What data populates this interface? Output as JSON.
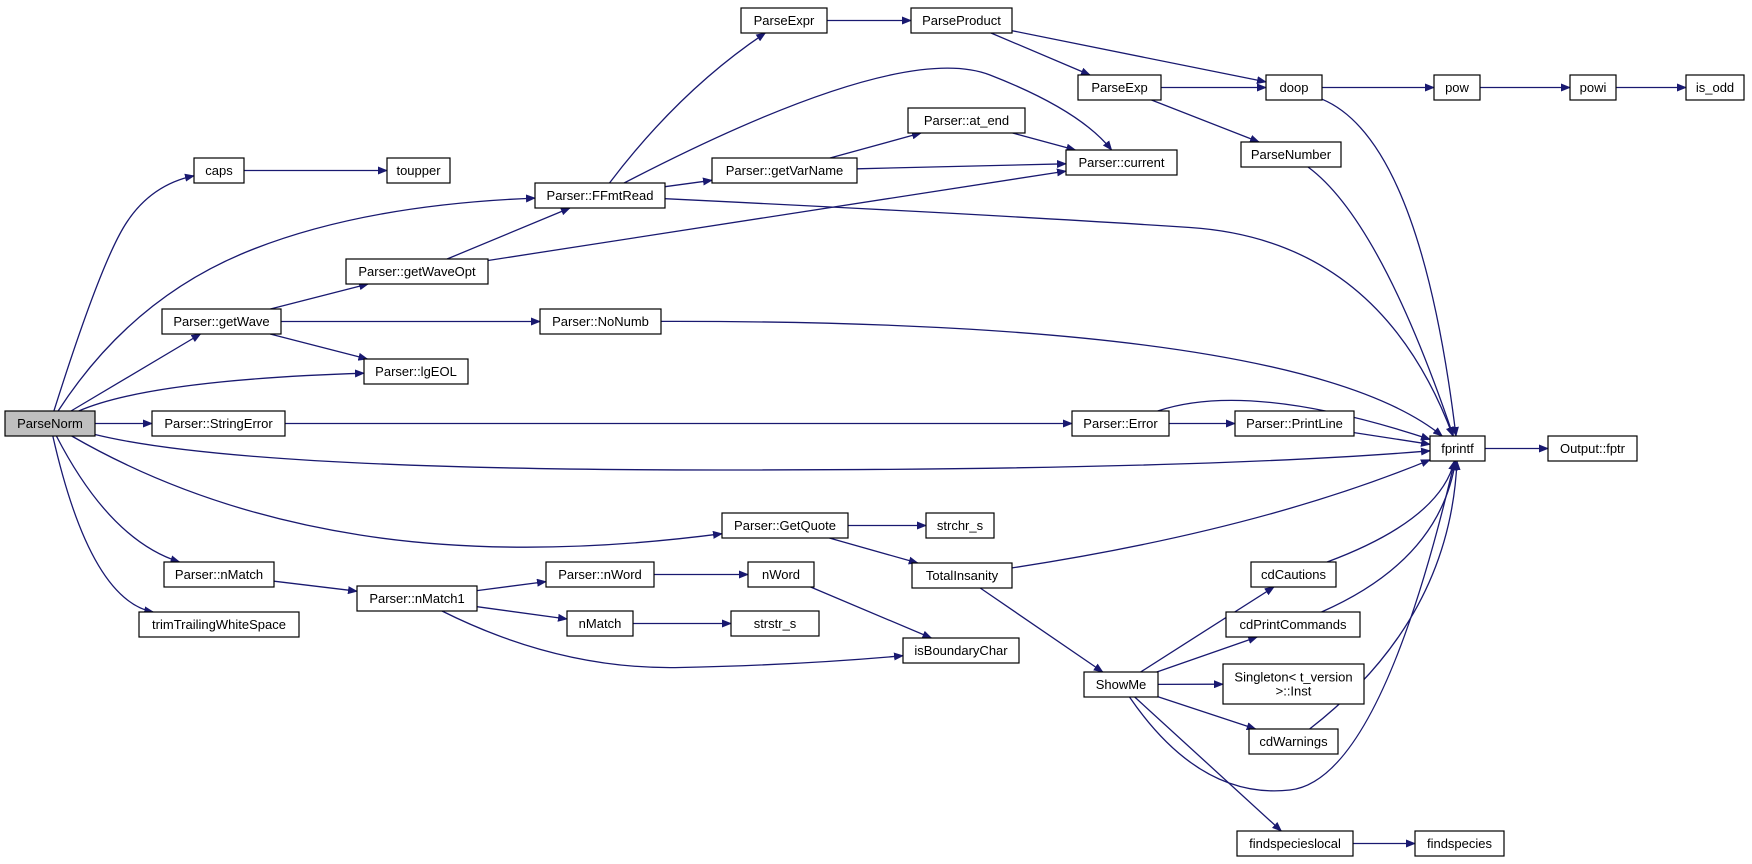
{
  "graph": {
    "root": "ParseNorm",
    "colors": {
      "edge": "#191970",
      "node_border": "#000000",
      "node_fill": "#ffffff",
      "root_fill": "#bfbfbf"
    },
    "nodes": [
      {
        "id": "ParseNorm",
        "label": [
          "ParseNorm"
        ]
      },
      {
        "id": "caps",
        "label": [
          "caps"
        ]
      },
      {
        "id": "toupper",
        "label": [
          "toupper"
        ]
      },
      {
        "id": "FFmtRead",
        "label": [
          "Parser::FFmtRead"
        ]
      },
      {
        "id": "getWave",
        "label": [
          "Parser::getWave"
        ]
      },
      {
        "id": "getWaveOpt",
        "label": [
          "Parser::getWaveOpt"
        ]
      },
      {
        "id": "IgEOL",
        "label": [
          "Parser::lgEOL"
        ]
      },
      {
        "id": "StringError",
        "label": [
          "Parser::StringError"
        ]
      },
      {
        "id": "nMatchP",
        "label": [
          "Parser::nMatch"
        ]
      },
      {
        "id": "trimTrailingWhiteSpace",
        "label": [
          "trimTrailingWhiteSpace"
        ]
      },
      {
        "id": "nMatch1",
        "label": [
          "Parser::nMatch1"
        ]
      },
      {
        "id": "nWordP",
        "label": [
          "Parser::nWord"
        ]
      },
      {
        "id": "nMatch",
        "label": [
          "nMatch"
        ]
      },
      {
        "id": "nWord",
        "label": [
          "nWord"
        ]
      },
      {
        "id": "strstr_s",
        "label": [
          "strstr_s"
        ]
      },
      {
        "id": "isBoundaryChar",
        "label": [
          "isBoundaryChar"
        ]
      },
      {
        "id": "NoNumb",
        "label": [
          "Parser::NoNumb"
        ]
      },
      {
        "id": "GetQuote",
        "label": [
          "Parser::GetQuote"
        ]
      },
      {
        "id": "strchr_s",
        "label": [
          "strchr_s"
        ]
      },
      {
        "id": "TotalInsanity",
        "label": [
          "TotalInsanity"
        ]
      },
      {
        "id": "ParseExpr",
        "label": [
          "ParseExpr"
        ]
      },
      {
        "id": "ParseProduct",
        "label": [
          "ParseProduct"
        ]
      },
      {
        "id": "ParseExp",
        "label": [
          "ParseExp"
        ]
      },
      {
        "id": "doop",
        "label": [
          "doop"
        ]
      },
      {
        "id": "pow",
        "label": [
          "pow"
        ]
      },
      {
        "id": "powi",
        "label": [
          "powi"
        ]
      },
      {
        "id": "is_odd",
        "label": [
          "is_odd"
        ]
      },
      {
        "id": "ParseNumber",
        "label": [
          "ParseNumber"
        ]
      },
      {
        "id": "at_end",
        "label": [
          "Parser::at_end"
        ]
      },
      {
        "id": "getVarName",
        "label": [
          "Parser::getVarName"
        ]
      },
      {
        "id": "current",
        "label": [
          "Parser::current"
        ]
      },
      {
        "id": "Error",
        "label": [
          "Parser::Error"
        ]
      },
      {
        "id": "PrintLine",
        "label": [
          "Parser::PrintLine"
        ]
      },
      {
        "id": "fprintf",
        "label": [
          "fprintf"
        ]
      },
      {
        "id": "fptr",
        "label": [
          "Output::fptr"
        ]
      },
      {
        "id": "ShowMe",
        "label": [
          "ShowMe"
        ]
      },
      {
        "id": "cdCautions",
        "label": [
          "cdCautions"
        ]
      },
      {
        "id": "cdPrintCommands",
        "label": [
          "cdPrintCommands"
        ]
      },
      {
        "id": "SingletonInst",
        "label": [
          "Singleton< t_version",
          ">::Inst"
        ]
      },
      {
        "id": "cdWarnings",
        "label": [
          "cdWarnings"
        ]
      },
      {
        "id": "findspecieslocal",
        "label": [
          "findspecieslocal"
        ]
      },
      {
        "id": "findspecies",
        "label": [
          "findspecies"
        ]
      }
    ],
    "edges": [
      [
        "ParseNorm",
        "caps"
      ],
      [
        "ParseNorm",
        "FFmtRead"
      ],
      [
        "ParseNorm",
        "getWave"
      ],
      [
        "ParseNorm",
        "IgEOL"
      ],
      [
        "ParseNorm",
        "StringError"
      ],
      [
        "ParseNorm",
        "fprintf"
      ],
      [
        "ParseNorm",
        "GetQuote"
      ],
      [
        "ParseNorm",
        "nMatchP"
      ],
      [
        "ParseNorm",
        "trimTrailingWhiteSpace"
      ],
      [
        "caps",
        "toupper"
      ],
      [
        "getWave",
        "getWaveOpt"
      ],
      [
        "getWave",
        "NoNumb"
      ],
      [
        "getWave",
        "IgEOL"
      ],
      [
        "getWaveOpt",
        "FFmtRead"
      ],
      [
        "getWaveOpt",
        "current"
      ],
      [
        "FFmtRead",
        "ParseExpr"
      ],
      [
        "FFmtRead",
        "getVarName"
      ],
      [
        "FFmtRead",
        "current"
      ],
      [
        "FFmtRead",
        "fprintf"
      ],
      [
        "ParseExpr",
        "ParseProduct"
      ],
      [
        "ParseProduct",
        "ParseExp"
      ],
      [
        "ParseProduct",
        "doop"
      ],
      [
        "ParseExp",
        "doop"
      ],
      [
        "ParseExp",
        "ParseNumber"
      ],
      [
        "doop",
        "pow"
      ],
      [
        "doop",
        "fprintf"
      ],
      [
        "pow",
        "powi"
      ],
      [
        "powi",
        "is_odd"
      ],
      [
        "ParseNumber",
        "fprintf"
      ],
      [
        "getVarName",
        "at_end"
      ],
      [
        "getVarName",
        "current"
      ],
      [
        "at_end",
        "current"
      ],
      [
        "NoNumb",
        "fprintf"
      ],
      [
        "StringError",
        "Error"
      ],
      [
        "Error",
        "PrintLine"
      ],
      [
        "Error",
        "fprintf"
      ],
      [
        "PrintLine",
        "fprintf"
      ],
      [
        "fprintf",
        "fptr"
      ],
      [
        "GetQuote",
        "strchr_s"
      ],
      [
        "GetQuote",
        "TotalInsanity"
      ],
      [
        "TotalInsanity",
        "fprintf"
      ],
      [
        "TotalInsanity",
        "ShowMe"
      ],
      [
        "nMatchP",
        "nMatch1"
      ],
      [
        "nMatch1",
        "nWordP"
      ],
      [
        "nMatch1",
        "nMatch"
      ],
      [
        "nMatch1",
        "isBoundaryChar"
      ],
      [
        "nWordP",
        "nWord"
      ],
      [
        "nWord",
        "isBoundaryChar"
      ],
      [
        "nMatch",
        "strstr_s"
      ],
      [
        "ShowMe",
        "cdCautions"
      ],
      [
        "ShowMe",
        "cdPrintCommands"
      ],
      [
        "ShowMe",
        "SingletonInst"
      ],
      [
        "ShowMe",
        "cdWarnings"
      ],
      [
        "ShowMe",
        "fprintf"
      ],
      [
        "ShowMe",
        "findspecieslocal"
      ],
      [
        "cdCautions",
        "fprintf"
      ],
      [
        "cdPrintCommands",
        "fprintf"
      ],
      [
        "cdWarnings",
        "fprintf"
      ],
      [
        "findspecieslocal",
        "findspecies"
      ]
    ]
  }
}
